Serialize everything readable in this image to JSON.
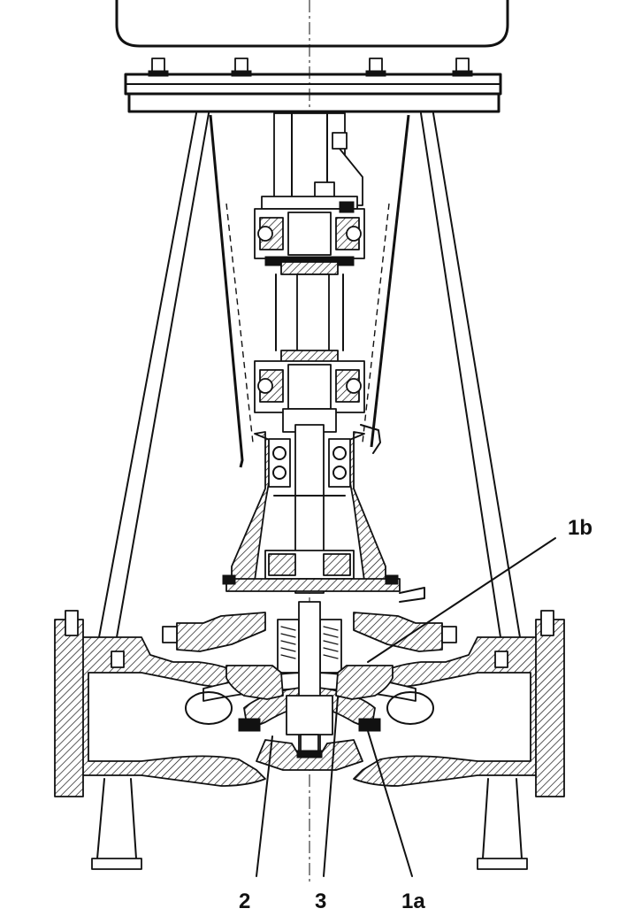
{
  "callouts": {
    "label_1b": "1b",
    "label_2": "2",
    "label_3": "3",
    "label_1a": "1a"
  }
}
